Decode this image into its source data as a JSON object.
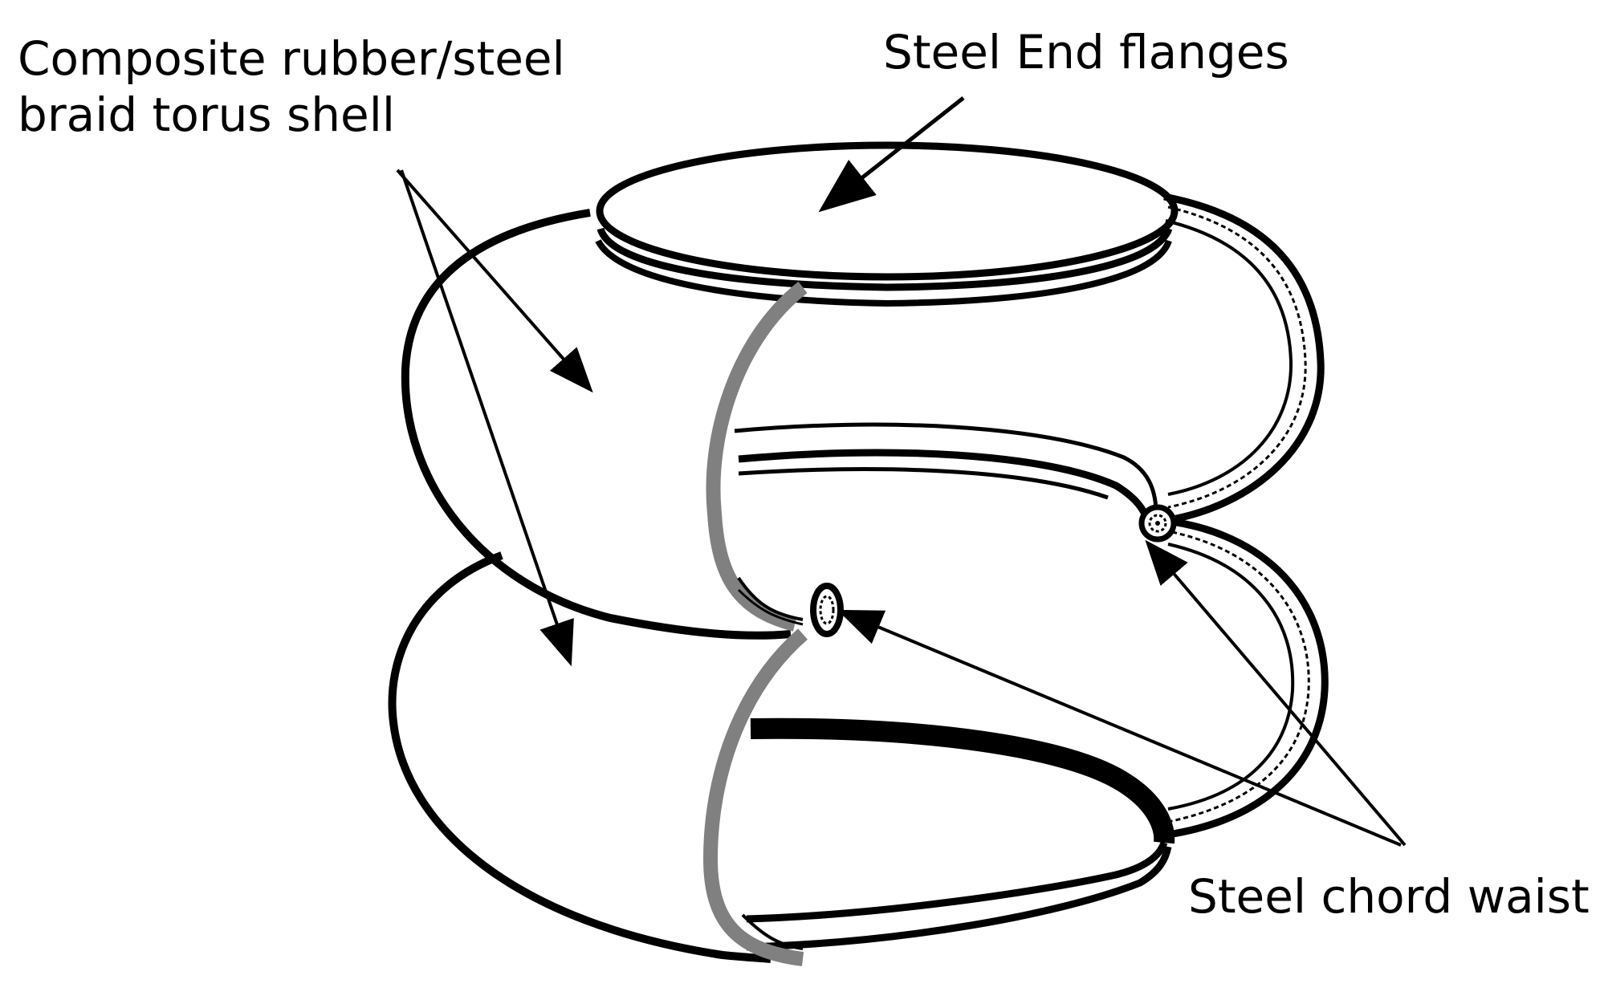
{
  "labels": {
    "shell_line1": "Composite rubber/steel",
    "shell_line2": "braid torus shell",
    "flanges": "Steel End flanges",
    "waist": "Steel chord waist"
  },
  "colors": {
    "stroke": "#000000",
    "cutaway": "#808080",
    "background": "#ffffff"
  }
}
